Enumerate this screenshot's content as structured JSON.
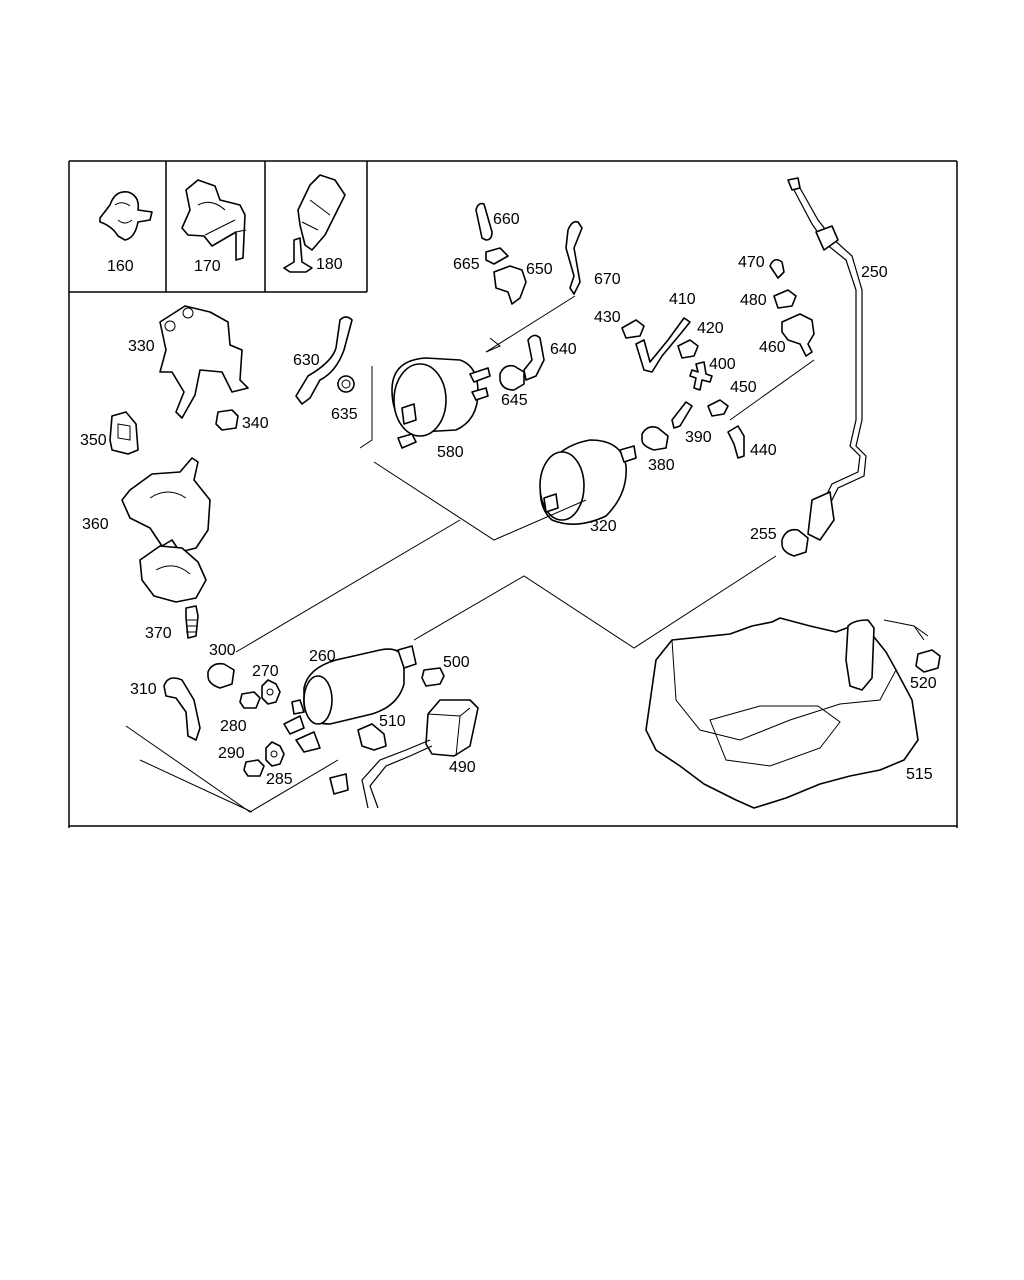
{
  "labels": {
    "p160": "160",
    "p170": "170",
    "p180": "180",
    "p660": "660",
    "p665": "665",
    "p650": "650",
    "p670": "670",
    "p330": "330",
    "p630": "630",
    "p635": "635",
    "p645": "645",
    "p640": "640",
    "p580": "580",
    "p340": "340",
    "p350": "350",
    "p360": "360",
    "p370": "370",
    "p320": "320",
    "p380": "380",
    "p390": "390",
    "p430": "430",
    "p410": "410",
    "p420": "420",
    "p400": "400",
    "p450": "450",
    "p440": "440",
    "p470": "470",
    "p480": "480",
    "p460": "460",
    "p250": "250",
    "p255": "255",
    "p300": "300",
    "p270": "270",
    "p260": "260",
    "p310": "310",
    "p280": "280",
    "p290": "290",
    "p285": "285",
    "p500": "500",
    "p510": "510",
    "p490": "490",
    "p520": "520",
    "p515": "515"
  }
}
